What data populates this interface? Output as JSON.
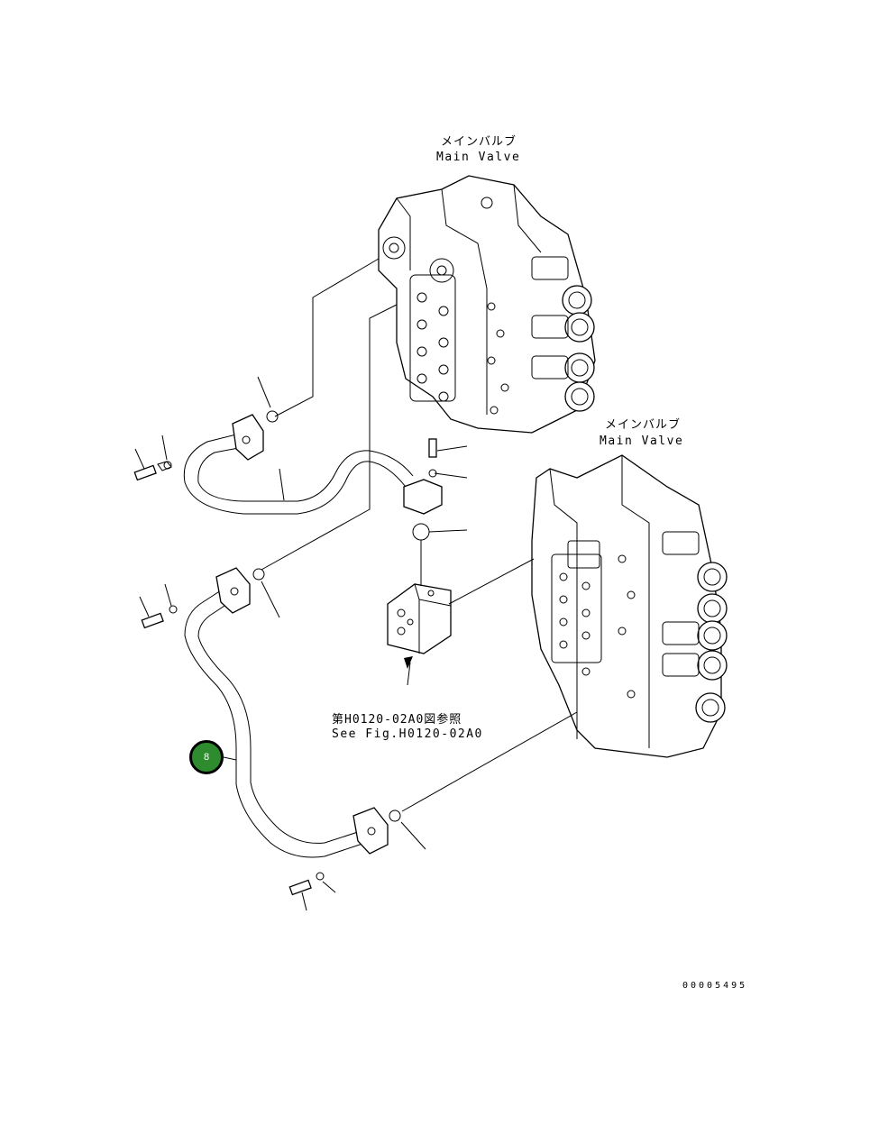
{
  "labels": {
    "main_valve_top_jp": "メインバルブ",
    "main_valve_top_en": "Main Valve",
    "main_valve_right_jp": "メインバルブ",
    "main_valve_right_en": "Main Valve",
    "reference_jp": "第H0120-02A0図参照",
    "reference_en": "See Fig.H0120-02A0",
    "drawing_code": "00005495"
  },
  "callouts": [
    {
      "number": "8",
      "color": "#2e8b2e"
    }
  ]
}
